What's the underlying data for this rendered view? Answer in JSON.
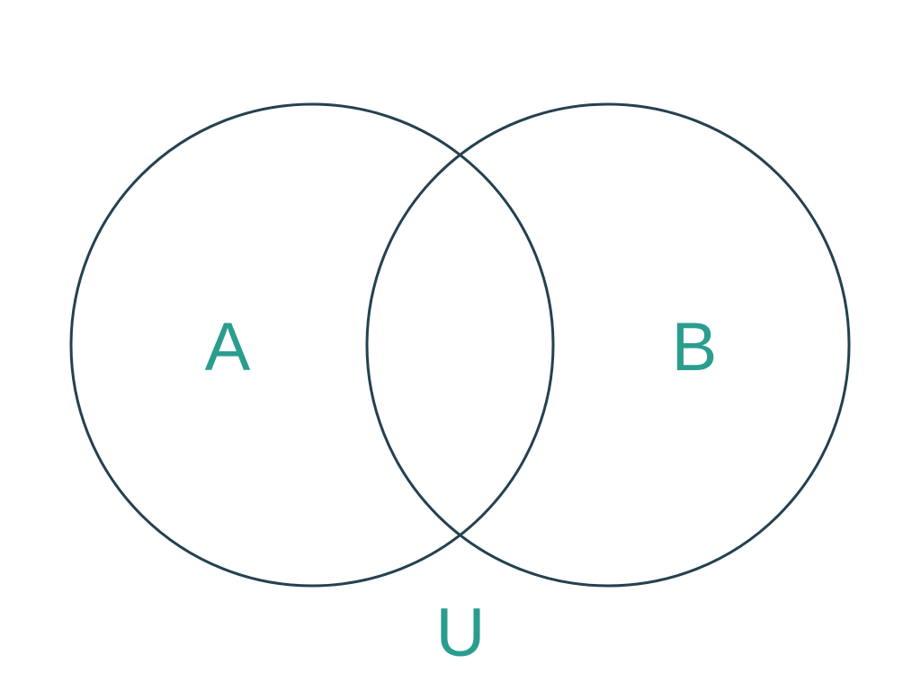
{
  "diagram": {
    "type": "venn",
    "sets": [
      {
        "label": "A"
      },
      {
        "label": "B"
      }
    ],
    "universe_label": "U"
  },
  "colors": {
    "outline": "#24414f",
    "label": "#2a9d8f",
    "background": "#ffffff"
  }
}
